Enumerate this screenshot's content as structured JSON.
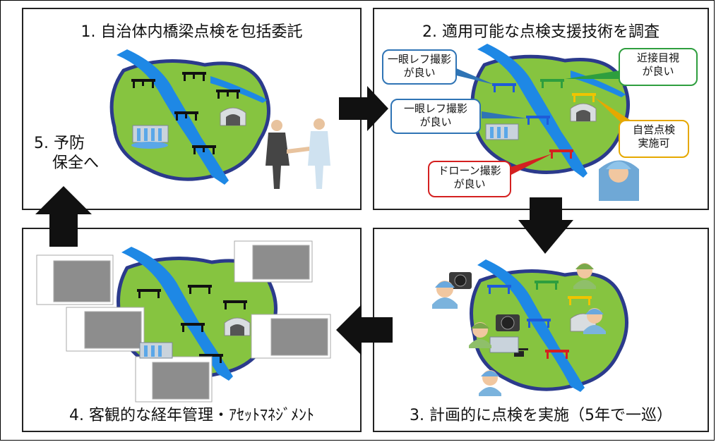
{
  "panels": {
    "p1": {
      "title": "1. 自治体内橋梁点検を包括委託"
    },
    "p2": {
      "title": "2. 適用可能な点検支援技術を調査"
    },
    "p3": {
      "title": "3. 計画的に点検を実施（5年で一巡）"
    },
    "p4": {
      "title": "4. 客観的な経年管理・ｱｾｯﾄﾏﾈｼﾞﾒﾝﾄ"
    }
  },
  "step5": {
    "line1": "5. 予防",
    "line2": "保全へ"
  },
  "callouts": {
    "slr_top": {
      "line1": "一眼レフ撮影",
      "line2": "が良い"
    },
    "slr_mid": {
      "line1": "一眼レフ撮影",
      "line2": "が良い"
    },
    "close_visual": {
      "line1": "近接目視",
      "line2": "が良い"
    },
    "self_inspect": {
      "line1": "自営点検",
      "line2": "実施可"
    },
    "drone": {
      "line1": "ドローン撮影",
      "line2": "が良い"
    }
  },
  "colors": {
    "land": "#86c440",
    "land_edge": "#2b3a8c",
    "river": "#1e88e5",
    "blue_bridge": "#1f5bd8",
    "green_bridge": "#2e9e3e",
    "yellow_bridge": "#f0c400",
    "red_bridge": "#d42020"
  }
}
